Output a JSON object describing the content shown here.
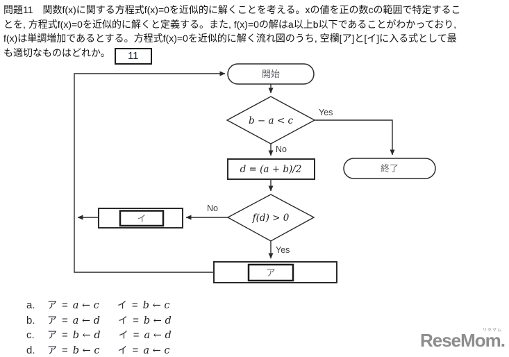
{
  "question": {
    "lines": [
      "問題11　関数f(x)に関する方程式f(x)=0を近似的に解くことを考える。xの値を正の数cの範囲で特定するこ",
      "とを, 方程式f(x)=0を近似的に解くと定義する。また, f(x)=0の解はa以上b以下であることがわかっており,",
      "f(x)は単調増加であるとする。方程式f(x)=0を近似的に解く流れ図のうち, 空欄[ア]と[イ]に入る式として最",
      "も適切なものはどれか。"
    ],
    "number_box": "11"
  },
  "flowchart": {
    "start": "開始",
    "end": "終了",
    "decision1": "b − a < c",
    "process1": "d = (a + b)/2",
    "decision2": "f(d) > 0",
    "blank_i": "イ",
    "blank_a": "ア",
    "label_yes1": "Yes",
    "label_no1": "No",
    "label_no2": "No",
    "label_yes2": "Yes"
  },
  "options": [
    {
      "letter": "a.",
      "blank1": "ア",
      "expr1": "a ← c",
      "blank2": "イ",
      "expr2": "b ← c"
    },
    {
      "letter": "b.",
      "blank1": "ア",
      "expr1": "a ← d",
      "blank2": "イ",
      "expr2": "b ← d"
    },
    {
      "letter": "c.",
      "blank1": "ア",
      "expr1": "b ← d",
      "blank2": "イ",
      "expr2": "a ← d"
    },
    {
      "letter": "d.",
      "blank1": "ア",
      "expr1": "b ← c",
      "blank2": "イ",
      "expr2": "a ← c"
    }
  ],
  "options_ui": {
    "equals": "="
  },
  "logo": {
    "text": "ReseMom.",
    "ruby": "リセマム"
  },
  "colors": {
    "line": "#2a2a2a",
    "label_gray": "#63636b",
    "logo_gray": "#8d8d8d"
  }
}
